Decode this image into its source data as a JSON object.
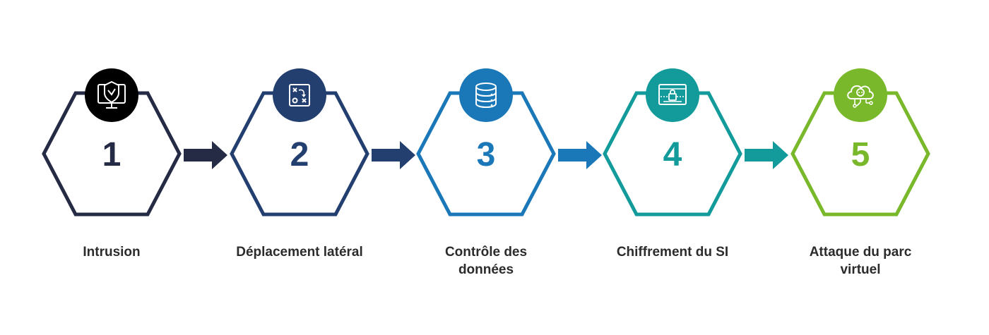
{
  "steps": [
    {
      "number": "1",
      "label": "Intrusion",
      "color": "#262b45",
      "icon": "monitor-shield-icon"
    },
    {
      "number": "2",
      "label": "Déplacement latéral",
      "color": "#233f70",
      "icon": "strategy-board-icon"
    },
    {
      "number": "3",
      "label": "Contrôle des données",
      "color": "#1b78b8",
      "icon": "database-icon"
    },
    {
      "number": "4",
      "label": "Chiffrement du SI",
      "color": "#139b9b",
      "icon": "encrypted-screen-icon"
    },
    {
      "number": "5",
      "label": "Attaque du parc virtuel",
      "color": "#79b82a",
      "icon": "cloud-skull-icon"
    }
  ],
  "arrows": [
    {
      "color": "#262b45",
      "icon": "arrow-right-icon"
    },
    {
      "color": "#233f70",
      "icon": "arrow-right-icon"
    },
    {
      "color": "#1b78b8",
      "icon": "arrow-right-icon"
    },
    {
      "color": "#139b9b",
      "icon": "arrow-right-icon"
    }
  ]
}
